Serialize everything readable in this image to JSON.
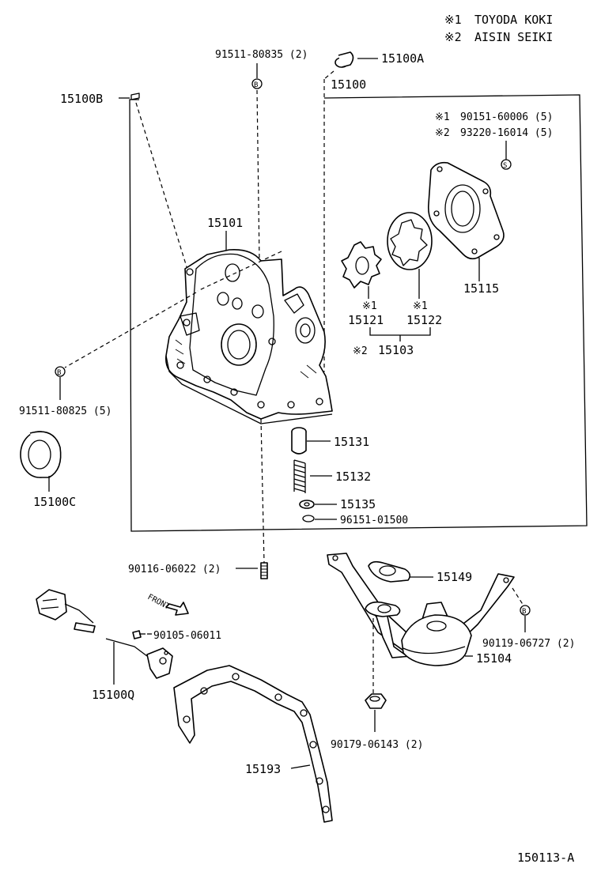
{
  "legend": [
    {
      "mark": "※1",
      "name": "TOYODA KOKI"
    },
    {
      "mark": "※2",
      "name": "AISIN SEIKI"
    }
  ],
  "parts": {
    "p15100A": "15100A",
    "p15100": "15100",
    "p15100B": "15100B",
    "b_91511_80835": "91511-80835 (2)",
    "b_90151_60006": "90151-60006 (5)",
    "b_93220_16014": "93220-16014 (5)",
    "mark1": "※1",
    "mark2": "※2",
    "p15101": "15101",
    "p15115": "15115",
    "p15121": "15121",
    "p15122": "15122",
    "p15103": "15103",
    "b_91511_80825": "91511-80825 (5)",
    "p15100C": "15100C",
    "p15131": "15131",
    "p15132": "15132",
    "p15135": "15135",
    "p96151_01500": "96151-01500",
    "b_90116_06022": "90116-06022 (2)",
    "p15149": "15149",
    "front": "FRONT",
    "b_90105_06011": "90105-06011",
    "b_90119_06727": "90119-06727 (2)",
    "p15104": "15104",
    "p15100Q": "15100Q",
    "b_90179_06143": "90179-06143 (2)",
    "p15193": "15193"
  },
  "circle_marks": {
    "b": "B",
    "s": "S",
    "g": "G"
  },
  "diagram_id": "150113-A"
}
